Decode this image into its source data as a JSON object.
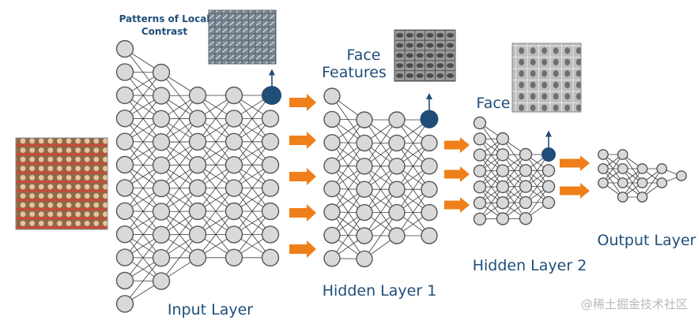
{
  "labels": {
    "patterns": [
      "Patterns of Local",
      "Contrast"
    ],
    "face_features": [
      "Face",
      "Features"
    ],
    "face": "Face",
    "input_layer": "Input Layer",
    "hidden_layer_1": "Hidden Layer 1",
    "hidden_layer_2": "Hidden Layer 2",
    "output_layer": "Output Layer"
  },
  "watermark": "@稀土掘金技术社区",
  "colors": {
    "accent_blue": "#1f4e79",
    "arrow_orange": "#ef7f1a",
    "node_fill": "#d9d9d9",
    "node_stroke": "#555555",
    "edge": "#3a3a3a"
  },
  "networks": [
    {
      "name": "input-network",
      "layer_sizes": [
        12,
        10,
        8,
        8,
        8
      ],
      "output_node": true
    },
    {
      "name": "hidden1-network",
      "layer_sizes": [
        8,
        7,
        6,
        6
      ],
      "output_node": true
    },
    {
      "name": "hidden2-network",
      "layer_sizes": [
        7,
        6,
        5,
        4
      ],
      "output_node": true
    },
    {
      "name": "output-network",
      "layer_sizes": [
        3,
        4,
        3,
        2,
        1
      ],
      "output_node": false
    }
  ]
}
